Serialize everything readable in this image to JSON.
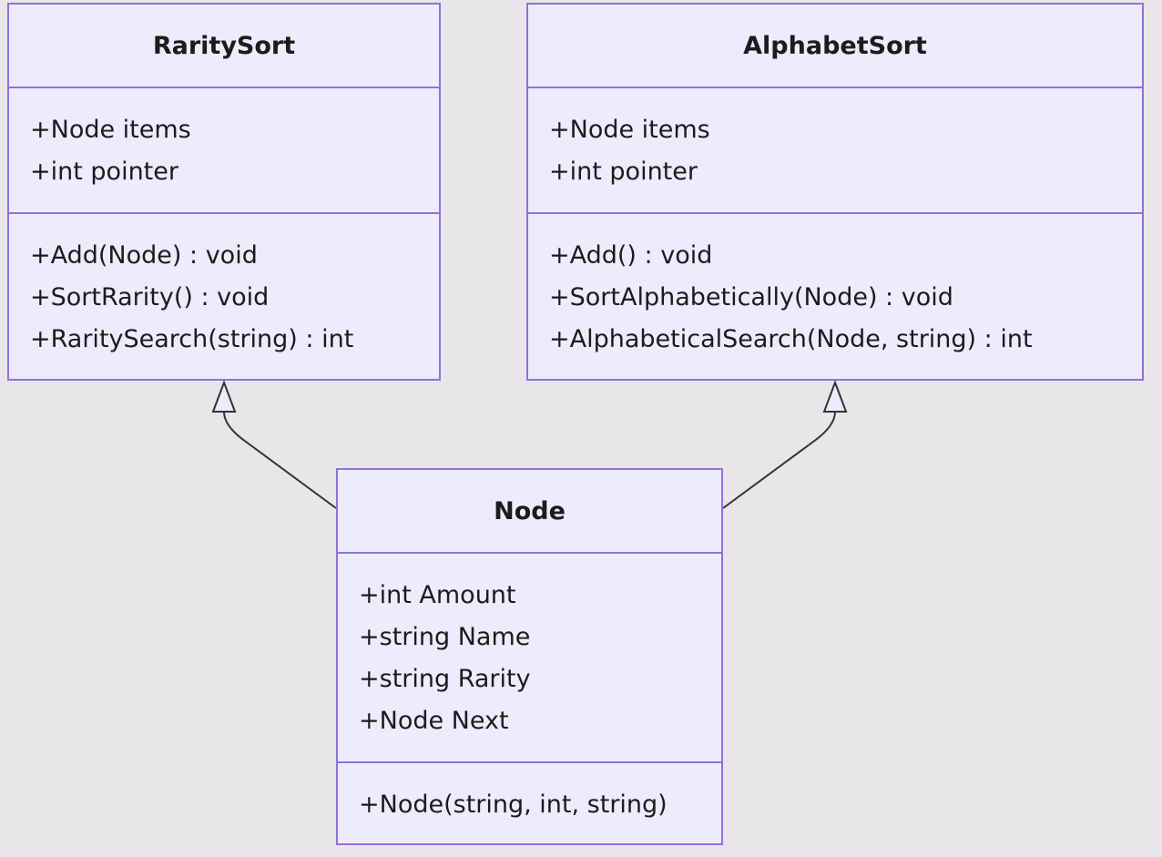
{
  "classes": {
    "rarity_sort": {
      "name": "RaritySort",
      "attributes": [
        "+Node items",
        "+int pointer"
      ],
      "methods": [
        "+Add(Node) : void",
        "+SortRarity() : void",
        "+RaritySearch(string) : int"
      ]
    },
    "alphabet_sort": {
      "name": "AlphabetSort",
      "attributes": [
        "+Node items",
        "+int pointer"
      ],
      "methods": [
        "+Add() : void",
        "+SortAlphabetically(Node) : void",
        "+AlphabeticalSearch(Node, string) : int"
      ]
    },
    "node": {
      "name": "Node",
      "attributes": [
        "+int Amount",
        "+string Name",
        "+string Rarity",
        "+Node Next"
      ],
      "methods": [
        "+Node(string, int, string)"
      ]
    }
  },
  "relations": [
    {
      "from": "Node",
      "to": "RaritySort",
      "type": "inheritance"
    },
    {
      "from": "Node",
      "to": "AlphabetSort",
      "type": "inheritance"
    }
  ],
  "colors": {
    "background": "#e8e6e8",
    "box_fill": "#ececfc",
    "box_border": "#9370db",
    "edge": "#333333"
  }
}
